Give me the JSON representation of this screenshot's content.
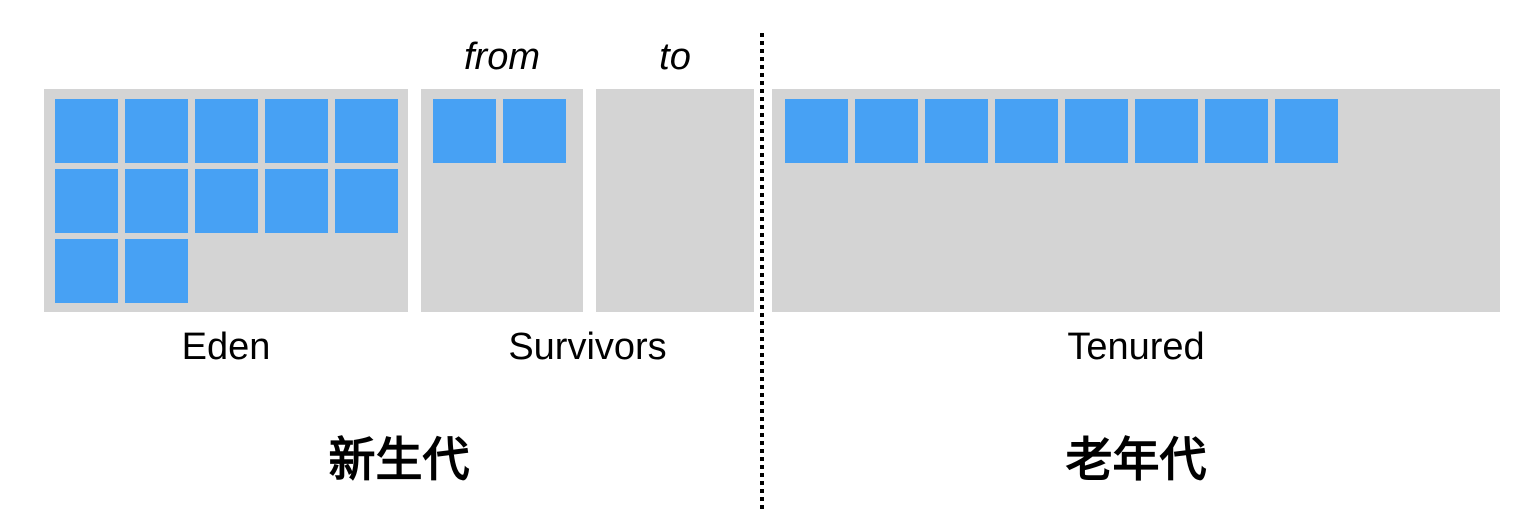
{
  "labels": {
    "eden": "Eden",
    "survivors": "Survivors",
    "tenured": "Tenured",
    "from": "from",
    "to": "to",
    "young_generation": "新生代",
    "old_generation": "老年代"
  },
  "regions": [
    {
      "id": "eden",
      "name": "Eden",
      "used_blocks": 12,
      "row_capacity": 5
    },
    {
      "id": "survivor-from",
      "name": "Survivor from",
      "used_blocks": 2,
      "row_capacity": 2
    },
    {
      "id": "survivor-to",
      "name": "Survivor to",
      "used_blocks": 0,
      "row_capacity": 2
    },
    {
      "id": "tenured",
      "name": "Tenured",
      "used_blocks": 8,
      "row_capacity": 10
    }
  ],
  "colors": {
    "block": "#47a1f4",
    "region_background": "#d4d4d4",
    "divider": "#000000",
    "text": "#000000",
    "page_background": "#ffffff"
  }
}
